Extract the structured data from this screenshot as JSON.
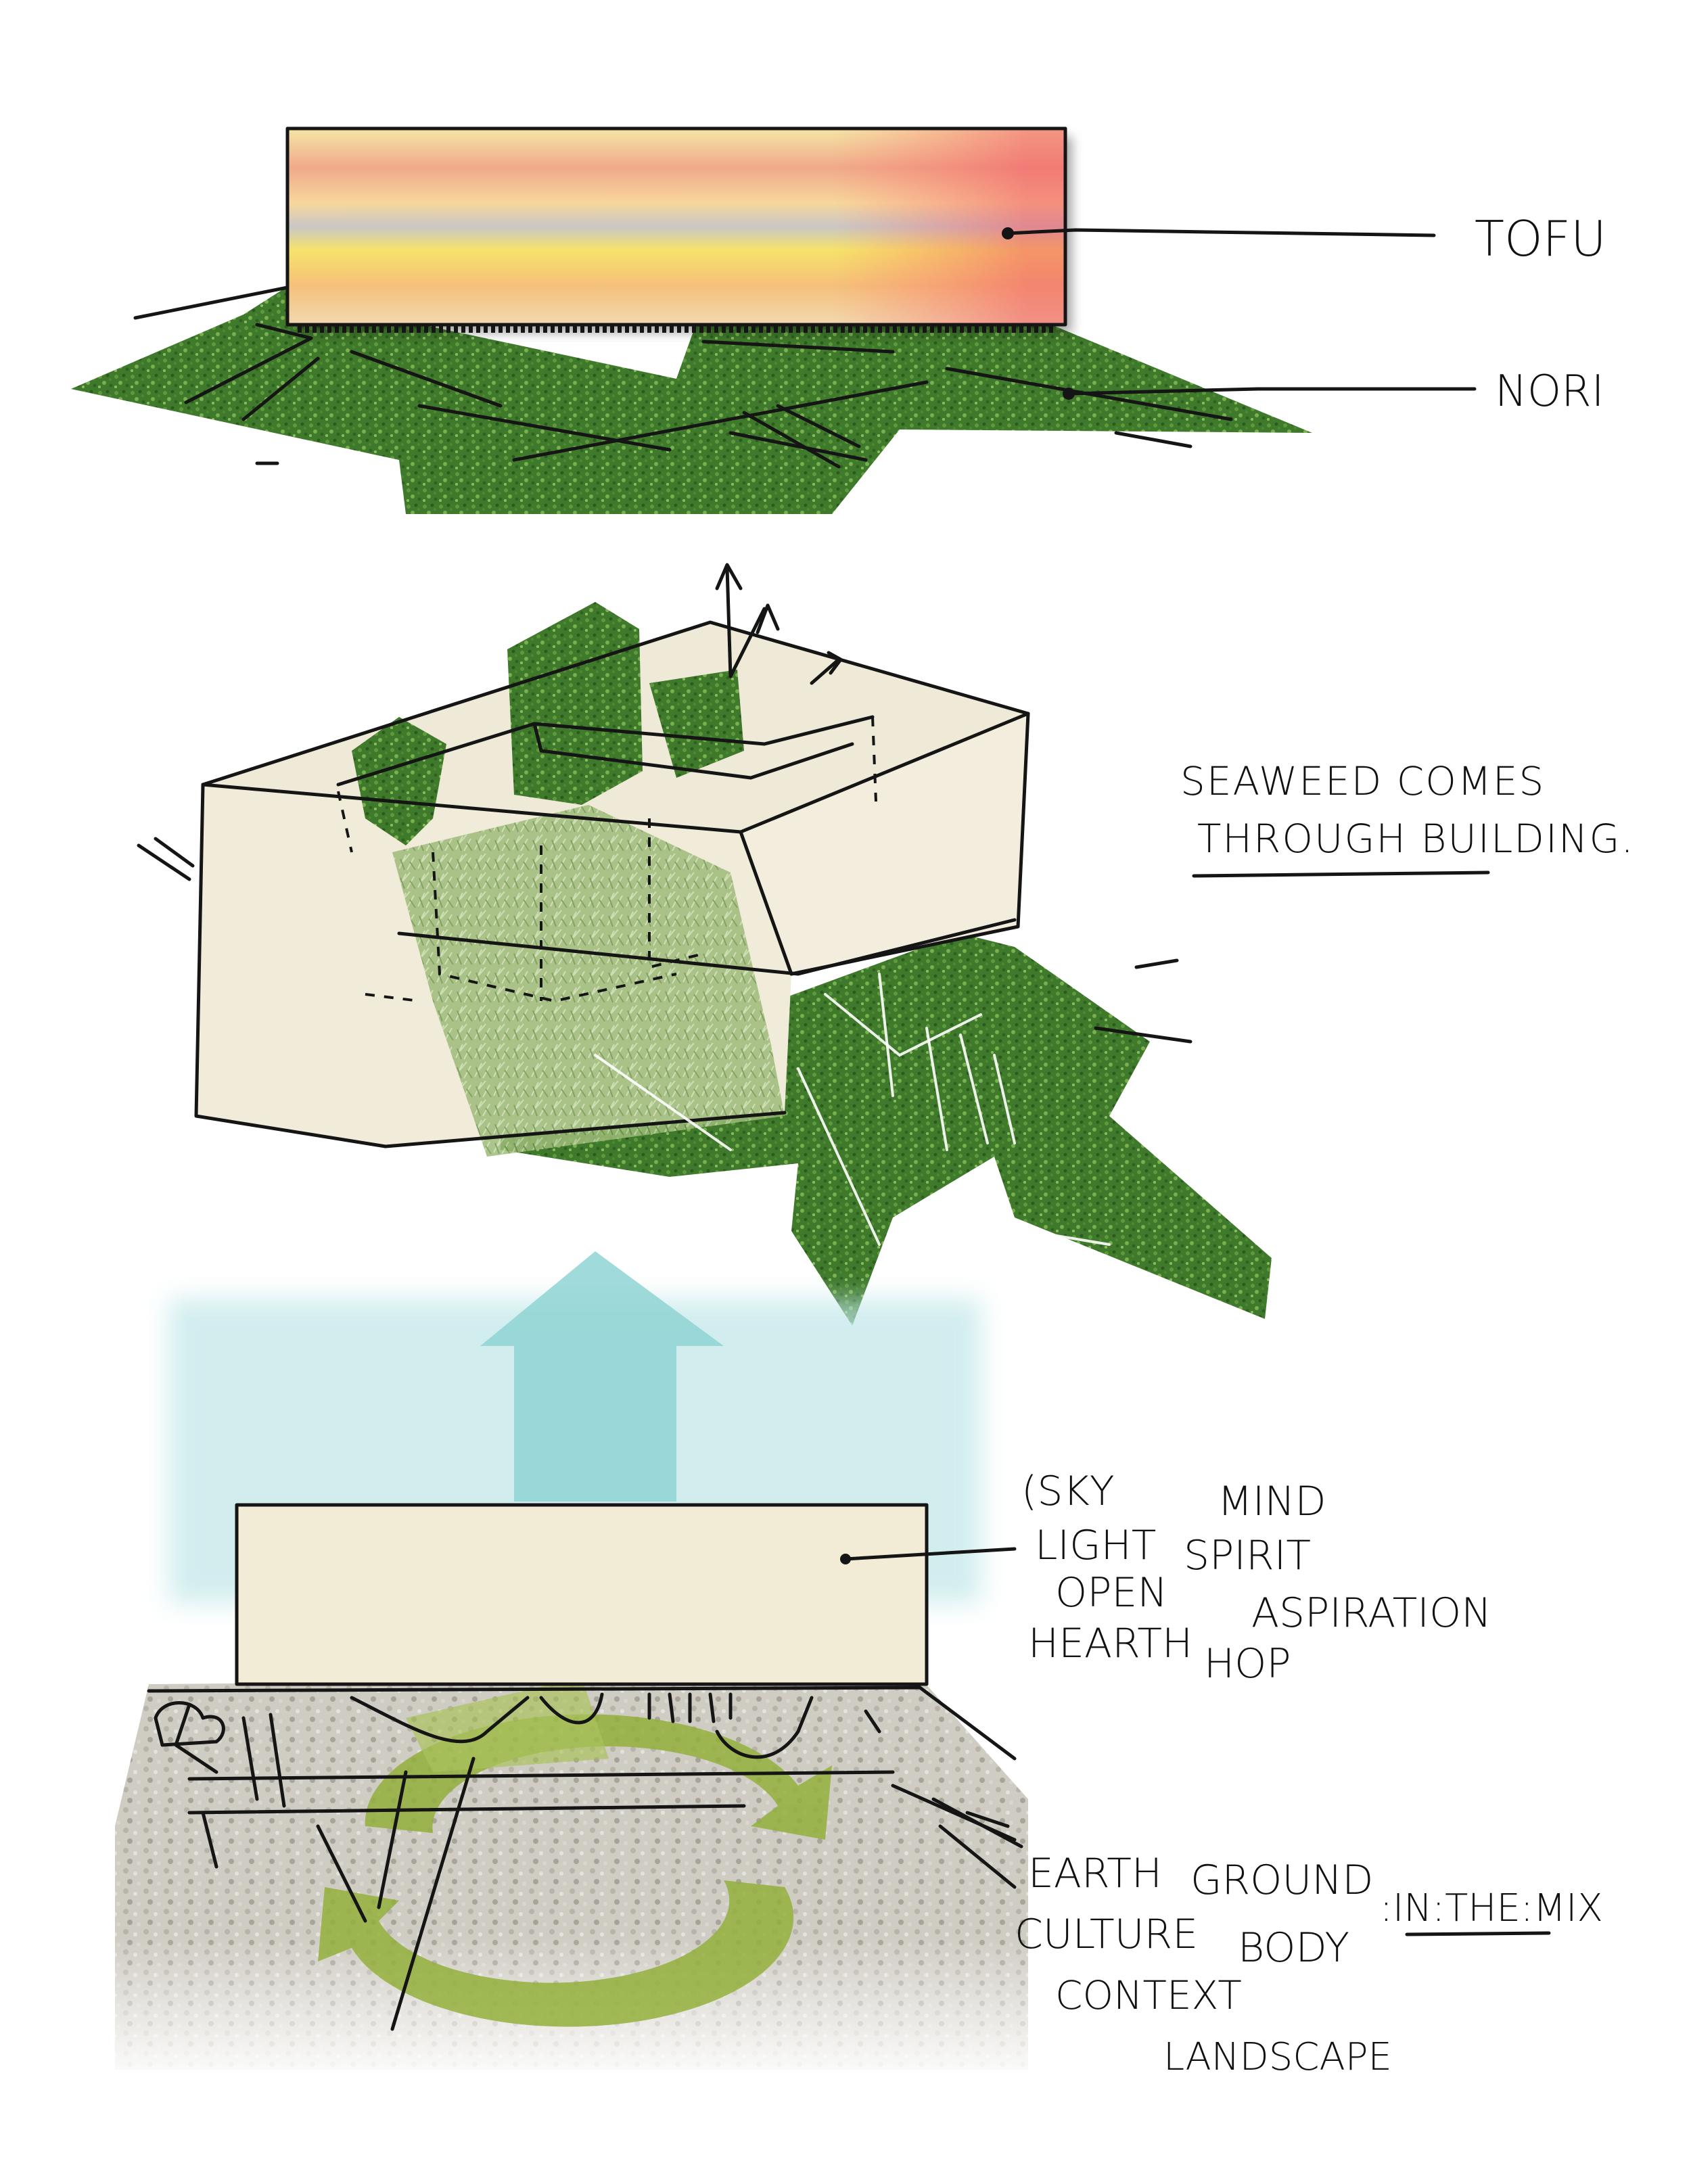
{
  "labels": {
    "tofu": "TOFU",
    "nori": "NORI",
    "seaweed_line1": "SEAWEED COMES",
    "seaweed_line2": "THROUGH BUILDING.",
    "sky_words": [
      "(SKY",
      "LIGHT",
      "OPEN",
      "HEARTH",
      "MIND",
      "SPIRIT",
      "ASPIRATION",
      "HOP"
    ],
    "earth_words": [
      "EARTH",
      "GROUND",
      "CULTURE",
      "BODY",
      "CONTEXT",
      "LANDSCAPE"
    ],
    "in_the_mix": ":IN:THE:MIX"
  },
  "colors": {
    "seaweed_green": "#3f7a2c",
    "seaweed_dark": "#2c5a1d",
    "tofu_cream": "#f2ecdc",
    "sky_teal": "#8fd3d3",
    "cycle_green": "#93b03c",
    "gravel_grey": "#c9c6bc"
  }
}
